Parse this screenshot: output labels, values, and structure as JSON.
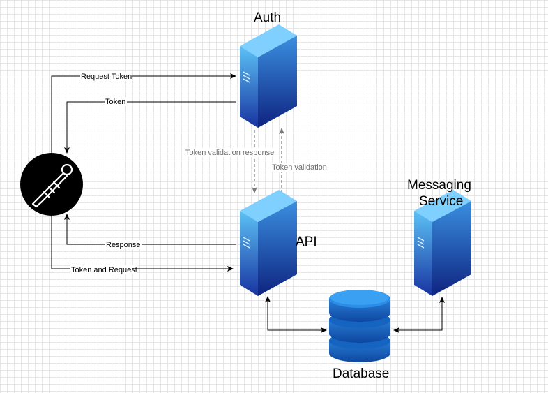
{
  "nodes": {
    "auth": {
      "title": "Auth"
    },
    "api": {
      "title": "API"
    },
    "messaging": {
      "title_line1": "Messaging",
      "title_line2": "Service"
    },
    "database": {
      "title": "Database"
    },
    "client": {
      "icon": "postman-icon"
    }
  },
  "edges": {
    "request_token": "Request Token",
    "token": "Token",
    "token_validation_response": "Token validation response",
    "token_validation": "Token validation",
    "response": "Response",
    "token_and_request": "Token and Request"
  },
  "colors": {
    "server_front_top": "#4fb3f0",
    "server_front_bottom": "#1a3aa3",
    "server_top_face": "#7fd0ff",
    "database_blue": "#1565c0",
    "edge": "#000000",
    "edge_dashed": "#7a7a7a"
  }
}
